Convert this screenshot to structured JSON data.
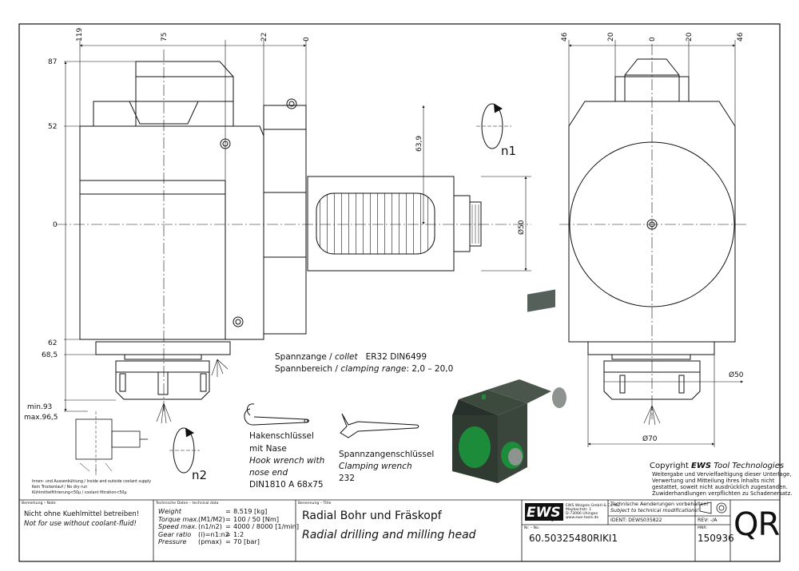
{
  "dimensions": {
    "top_left": [
      "119",
      "75",
      "22",
      "0"
    ],
    "left_side": [
      "87",
      "52",
      "0",
      "62",
      "68,5",
      "min.93",
      "max.96,5"
    ],
    "shank": [
      "63,9",
      "Ø50"
    ],
    "right_top": [
      "46",
      "20",
      "0",
      "20",
      "46"
    ],
    "right_view": [
      "Ø50",
      "Ø70"
    ]
  },
  "labels": {
    "n1": "n1",
    "n2": "n2",
    "collet_line1_a": "Spannzange / ",
    "collet_line1_b": "collet",
    "collet_line1_c": "ER32   DIN6499",
    "collet_line2_a": "Spannbereich / ",
    "collet_line2_b": "clamping range",
    "collet_line2_c": ": 2,0 – 20,0",
    "hook_de1": "Hakenschlüssel",
    "hook_de2": "mit Nase",
    "hook_en1": "Hook wrench with",
    "hook_en2": "nose end",
    "hook_std": "DIN1810  A  68x75",
    "clamp_de": "Spannzangenschlüssel",
    "clamp_en": "Clamping wrench",
    "clamp_no": "232",
    "coolant1": "Innen- und Aussenkühlung / Inside and outside coolant supply",
    "coolant2": "Kein Trockenlauf / No dry run",
    "coolant3": "Kühlmittelfiltrierung<50µ / coolant filtration<50µ",
    "copyright_a": "Copyright ",
    "copyright_b": "EWS",
    "copyright_c": " Tool Technologies",
    "copyright_l1": "Weitergabe und Vervielfaeltigung dieser Unterlage,",
    "copyright_l2": "Verwertung und Mitteilung ihres Inhalts nicht",
    "copyright_l3": "gestattet, soweit nicht ausdrücklich zugestanden.",
    "copyright_l4": "Zuwiderhandlungen verpflichten zu Schadenersatz."
  },
  "title_block": {
    "remark_header": "Bemerkung – Note",
    "remark_de": "Nicht ohne Kuehlmittel betreiben!",
    "remark_en": "Not for use without coolant-fluid!",
    "tech_header": "Technische Daten – technical data",
    "tech_rows": [
      {
        "label": "Weight",
        "sym": "",
        "eq": "=",
        "value": "8.519 [kg]"
      },
      {
        "label": "Torque max.",
        "sym": "(M1/M2)",
        "eq": "=",
        "value": "100 / 50 [Nm]"
      },
      {
        "label": "Speed max.",
        "sym": "(n1/n2)",
        "eq": "=",
        "value": "4000 / 8000 [1/min]"
      },
      {
        "label": "Gear ratio",
        "sym": "(i)=n1:n2",
        "eq": "=",
        "value": "1:2"
      },
      {
        "label": "Pressure",
        "sym": "(pmax)",
        "eq": "=",
        "value": "70 [bar]"
      }
    ],
    "name_header": "Benennung – Title",
    "name_de": "Radial Bohr und Fräskopf",
    "name_en": "Radial drilling and milling head",
    "logo_text": "EWS",
    "logo_sub": "Tool Technologies",
    "company_l1": "EWS Weigele GmbH & Co. KG",
    "company_l2": "Maybachstr. 1",
    "company_l3": "D-73066 Uhingen",
    "company_l4": "www.ews-tools.de",
    "nr_header": "Nr. – No.",
    "part_no": "60.50325480RIKI1",
    "change_de": "Technische Aenderungen vorbehalten!",
    "change_en": "Subject to technical modifications!",
    "ident": "IDENT:  DEWS035822",
    "rev": "REV:  -/A",
    "mnr_header": "MNR:",
    "mnr": "150936",
    "qr": "QR"
  },
  "colors": {
    "line": "#111111",
    "iso_body": "#2f3a30",
    "iso_green": "#1c8c3a",
    "iso_grey": "#8d9490"
  }
}
